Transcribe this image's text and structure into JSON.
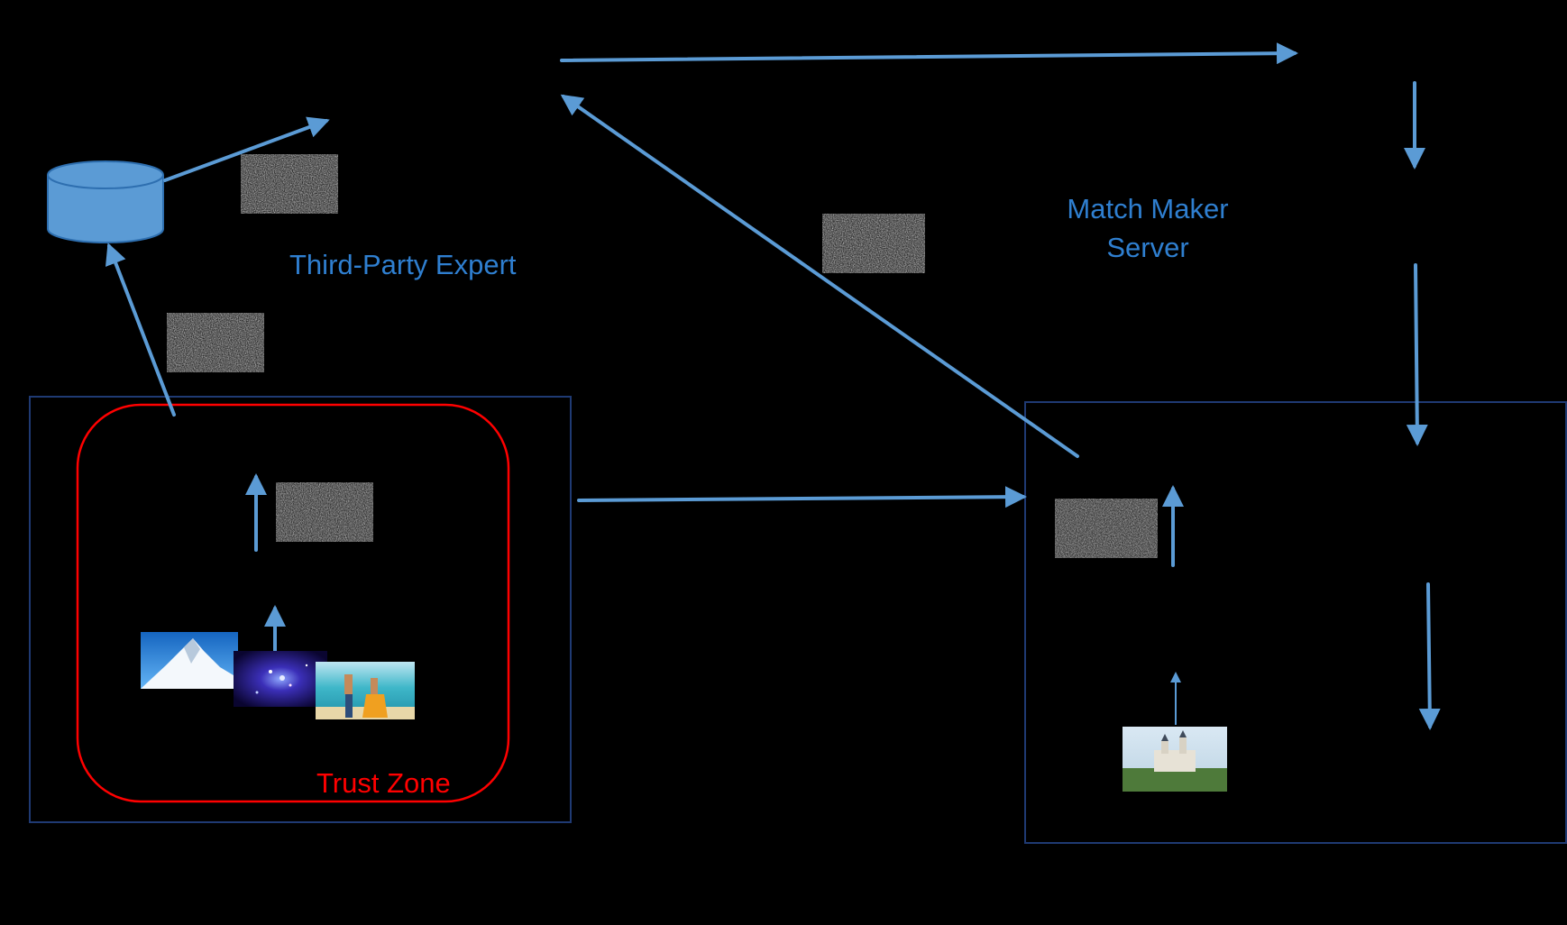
{
  "labels": {
    "third_party_expert": "Third-Party Expert",
    "match_maker_line1": "Match Maker",
    "match_maker_line2": "Server",
    "trust_zone": "Trust Zone"
  },
  "icons": {
    "database": "database-icon",
    "noise": "noise-pattern-icon",
    "photo_mountain": "mountain-photo",
    "photo_galaxy": "galaxy-photo",
    "photo_beach": "beach-couple-photo",
    "photo_castle": "castle-photo"
  },
  "colors": {
    "background": "#000000",
    "arrow": "#5b9bd5",
    "label_blue": "#2f7fd0",
    "trust_zone": "#ff0000",
    "frame": "#1f3a73",
    "database_fill": "#5b9bd5",
    "database_stroke": "#2e6fb0"
  }
}
